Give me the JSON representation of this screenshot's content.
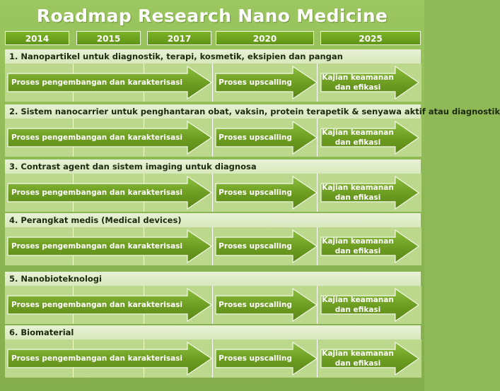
{
  "title": "Roadmap Research Nano Medicine",
  "years": [
    "2014",
    "2015",
    "2017",
    "2020",
    "2025"
  ],
  "phases": {
    "development": "Proses pengembangan dan karakterisasi",
    "upscaling": "Proses upscalling",
    "safety": "Kajian keamanan dan efikasi"
  },
  "sections": [
    {
      "title": "1. Nanopartikel untuk diagnostik, terapi, kosmetik, eksipien dan pangan"
    },
    {
      "title": "2. Sistem nanocarrier untuk penghantaran obat, vaksin, protein terapetik & senyawa aktif atau diagnostik"
    },
    {
      "title": "3. Contrast agent dan sistem imaging untuk diagnosa"
    },
    {
      "title": "4. Perangkat medis (Medical devices)"
    },
    {
      "title": "5. Nanobioteknologi"
    },
    {
      "title": "6. Biomaterial"
    }
  ],
  "colors": {
    "background": "#8fb957",
    "year_header": "#6aa01d",
    "arrow": "#6e9e22",
    "section_bar": "#e2eecb",
    "track": "#bcd88d"
  }
}
